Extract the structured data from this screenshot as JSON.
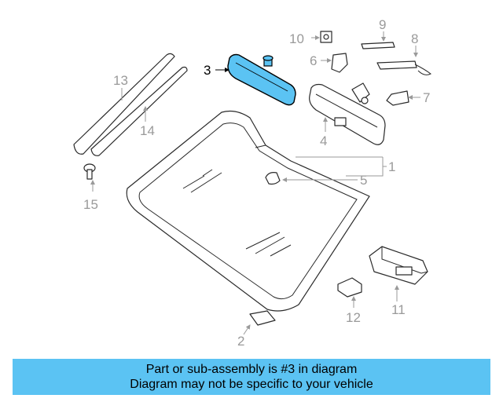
{
  "diagram": {
    "callouts": {
      "c1": "1",
      "c2": "2",
      "c3": "3",
      "c4": "4",
      "c5": "5",
      "c6": "6",
      "c7": "7",
      "c8": "8",
      "c9": "9",
      "c10": "10",
      "c11": "11",
      "c12": "12",
      "c13": "13",
      "c14": "14",
      "c15": "15"
    },
    "highlight_color": "#5bc3f3",
    "label_color": "#9a9a9a"
  },
  "caption": {
    "line1": "Part or sub-assembly is #3 in diagram",
    "line2": "Diagram may not be specific to your vehicle",
    "background": "#5bc3f3"
  }
}
